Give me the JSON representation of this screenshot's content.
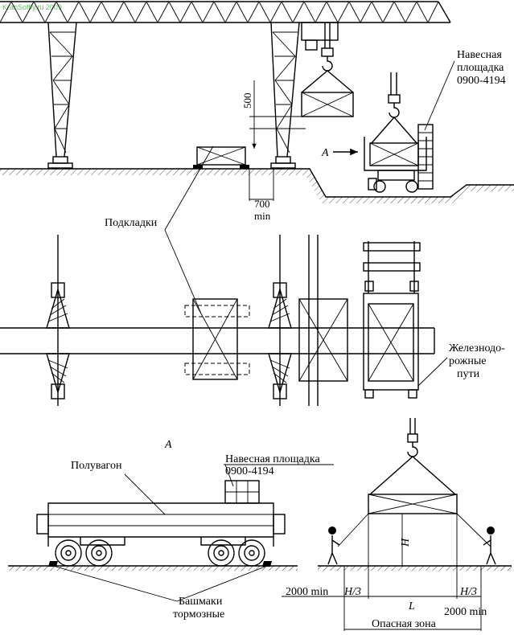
{
  "watermark": "KranSoftly.ru 2009",
  "labels": {
    "platform_top": [
      "Навесная",
      "площадка",
      "0900-4194"
    ],
    "view_arrow": "A",
    "dim_500": "500",
    "dim_700": "700",
    "dim_min": "min",
    "supports": "Подкладки",
    "rail_tracks": [
      "Железнодо-",
      "рожные",
      "пути"
    ],
    "view_a_title": "A",
    "gondola_car": "Полувагон",
    "platform_bottom": [
      "Навесная площадка",
      "0900-4194"
    ],
    "brake_shoes": [
      "Башмаки",
      "тормозные"
    ],
    "dim_h": "H",
    "dim_h3": "H/3",
    "dim_l": "L",
    "dim_2000_min_left": "2000 min",
    "dim_2000_min_right": "2000 min",
    "danger_zone": "Опасная зона"
  }
}
